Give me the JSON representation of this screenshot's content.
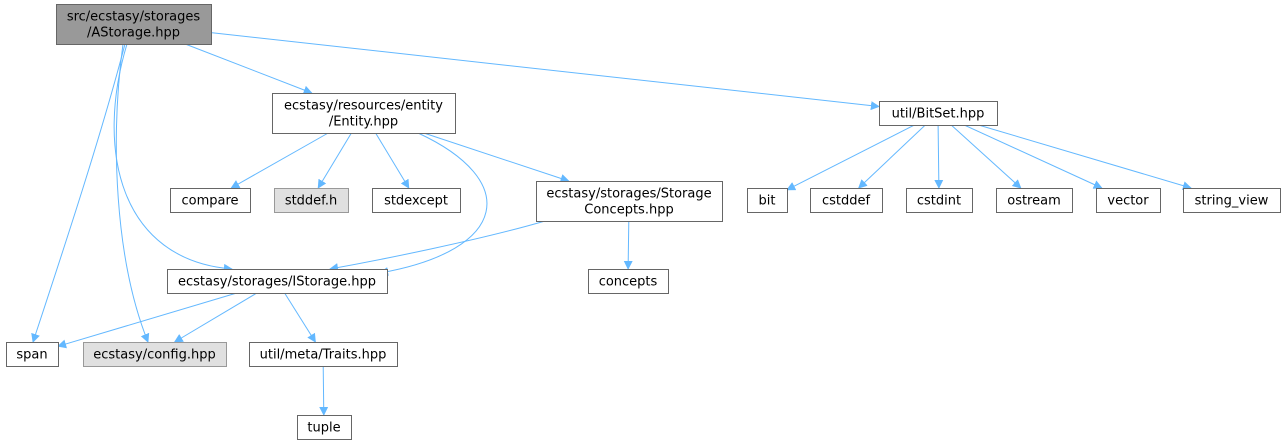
{
  "colors": {
    "edge": "#63b8ff",
    "root_fill": "#999999",
    "root_stroke": "#666666",
    "missing_fill": "#e0e0e0",
    "missing_stroke": "#999999",
    "node_fill": "#ffffff",
    "node_stroke": "#666666"
  },
  "nodes": [
    {
      "id": "astorage",
      "lines": [
        "src/ecstasy/storages",
        "/AStorage.hpp"
      ],
      "kind": "root"
    },
    {
      "id": "entity",
      "lines": [
        "ecstasy/resources/entity",
        "/Entity.hpp"
      ],
      "kind": "normal"
    },
    {
      "id": "bitset",
      "lines": [
        "util/BitSet.hpp"
      ],
      "kind": "normal"
    },
    {
      "id": "compare",
      "lines": [
        "compare"
      ],
      "kind": "normal"
    },
    {
      "id": "stddef",
      "lines": [
        "stddef.h"
      ],
      "kind": "missing"
    },
    {
      "id": "stdexcept",
      "lines": [
        "stdexcept"
      ],
      "kind": "normal"
    },
    {
      "id": "storageconcepts",
      "lines": [
        "ecstasy/storages/Storage",
        "Concepts.hpp"
      ],
      "kind": "normal"
    },
    {
      "id": "bit",
      "lines": [
        "bit"
      ],
      "kind": "normal"
    },
    {
      "id": "cstddef",
      "lines": [
        "cstddef"
      ],
      "kind": "normal"
    },
    {
      "id": "cstdint",
      "lines": [
        "cstdint"
      ],
      "kind": "normal"
    },
    {
      "id": "ostream",
      "lines": [
        "ostream"
      ],
      "kind": "normal"
    },
    {
      "id": "vector",
      "lines": [
        "vector"
      ],
      "kind": "normal"
    },
    {
      "id": "string_view",
      "lines": [
        "string_view"
      ],
      "kind": "normal"
    },
    {
      "id": "istorage",
      "lines": [
        "ecstasy/storages/IStorage.hpp"
      ],
      "kind": "normal"
    },
    {
      "id": "concepts",
      "lines": [
        "concepts"
      ],
      "kind": "normal"
    },
    {
      "id": "span",
      "lines": [
        "span"
      ],
      "kind": "normal"
    },
    {
      "id": "config",
      "lines": [
        "ecstasy/config.hpp"
      ],
      "kind": "missing"
    },
    {
      "id": "traits",
      "lines": [
        "util/meta/Traits.hpp"
      ],
      "kind": "normal"
    },
    {
      "id": "tuple",
      "lines": [
        "tuple"
      ],
      "kind": "normal"
    }
  ],
  "edges": [
    {
      "from": "astorage",
      "to": "entity"
    },
    {
      "from": "astorage",
      "to": "bitset"
    },
    {
      "from": "astorage",
      "to": "istorage"
    },
    {
      "from": "astorage",
      "to": "span"
    },
    {
      "from": "astorage",
      "to": "config"
    },
    {
      "from": "entity",
      "to": "compare"
    },
    {
      "from": "entity",
      "to": "stddef"
    },
    {
      "from": "entity",
      "to": "stdexcept"
    },
    {
      "from": "entity",
      "to": "storageconcepts"
    },
    {
      "from": "entity",
      "to": "istorage"
    },
    {
      "from": "storageconcepts",
      "to": "istorage"
    },
    {
      "from": "storageconcepts",
      "to": "concepts"
    },
    {
      "from": "bitset",
      "to": "bit"
    },
    {
      "from": "bitset",
      "to": "cstddef"
    },
    {
      "from": "bitset",
      "to": "cstdint"
    },
    {
      "from": "bitset",
      "to": "ostream"
    },
    {
      "from": "bitset",
      "to": "vector"
    },
    {
      "from": "bitset",
      "to": "string_view"
    },
    {
      "from": "istorage",
      "to": "span"
    },
    {
      "from": "istorage",
      "to": "config"
    },
    {
      "from": "istorage",
      "to": "traits"
    },
    {
      "from": "traits",
      "to": "tuple"
    }
  ]
}
